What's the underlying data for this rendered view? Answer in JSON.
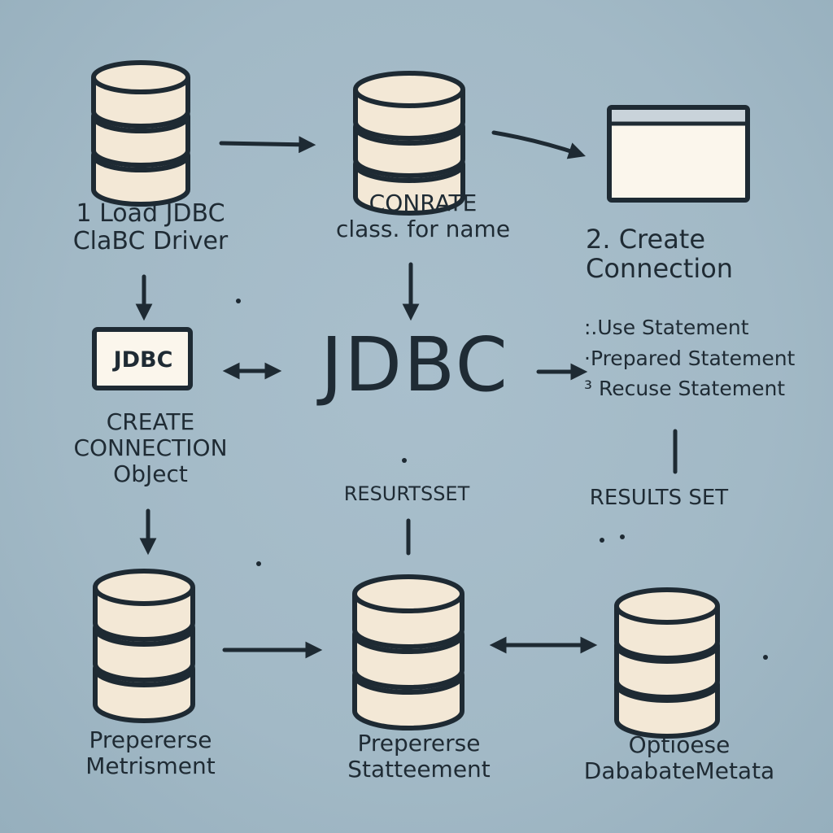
{
  "colors": {
    "background": "#a2b9c6",
    "stroke": "#1e2a33",
    "disk_fill": "#f3e8d6",
    "box_fill": "#fbf6ec",
    "box_bar": "#c9d3da"
  },
  "icons": {
    "db_top_left": "database-stack-icon",
    "db_top_middle": "database-stack-icon",
    "window_top_right": "window-icon",
    "db_bottom_left": "database-stack-icon",
    "db_bottom_middle": "database-stack-icon",
    "db_bottom_right": "database-stack-icon"
  },
  "center": {
    "title": "JDBC"
  },
  "jdbc_box": {
    "label": "JDBC"
  },
  "load_driver": {
    "line1": "1 Load JDBC",
    "line2": "ClaBC Driver"
  },
  "class_forname": {
    "line1": "CONRATE",
    "line2": "class. for name"
  },
  "create_connection": {
    "line1": "2. Create",
    "line2": "Connection"
  },
  "create_connection_object": {
    "line1": "CREATE",
    "line2": "CONNECTION",
    "line3": "ObJect"
  },
  "statements": {
    "item1": ":.Use Statement",
    "item2": "·Prepared Statement",
    "item3": "³ Recuse Statement"
  },
  "resultset_middle": {
    "label": "RESURTSSET"
  },
  "resultset_right": {
    "label": "RESULTS SET"
  },
  "bottom_left": {
    "line1": "Prepererse",
    "line2": "Metrisment"
  },
  "bottom_middle": {
    "line1": "Prepererse",
    "line2": "Statteement"
  },
  "bottom_right": {
    "line1": "Optioese",
    "line2": "DababateMetata"
  }
}
